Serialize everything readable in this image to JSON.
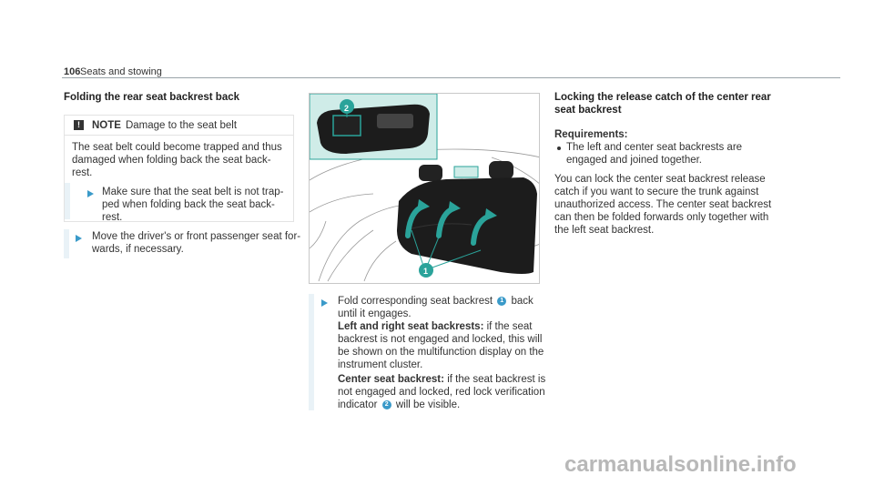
{
  "header": {
    "page_number": "106",
    "section": "Seats and stowing"
  },
  "left": {
    "heading": "Folding the rear seat backrest back",
    "note": {
      "icon": "exclamation-icon",
      "title": "NOTE",
      "subtitle": "Damage to the seat belt",
      "body": [
        "The seat belt could become trapped and thus",
        "damaged when folding back the seat back-",
        "rest."
      ],
      "step": [
        "Make sure that the seat belt is not trap-",
        "ped when folding back the seat back-",
        "rest."
      ]
    },
    "step": [
      "Move the driver's or front passenger seat for-",
      "wards, if necessary."
    ]
  },
  "figure": {
    "callout_1": "1",
    "callout_2": "2"
  },
  "middle": {
    "step_line1_a": "Fold corresponding seat backrest",
    "step_line1_num": "1",
    "step_line1_b": "back",
    "step_line2": "until it engages.",
    "lr_label": "Left and right seat backrests:",
    "lr_line1": "if the seat",
    "lr_lines": [
      "backrest is not engaged and locked, this will",
      "be shown on the multifunction display on the",
      "instrument cluster."
    ],
    "center_label": "Center seat backrest:",
    "center_line1": "if the seat backrest is",
    "center_line2": "not engaged and locked, red lock verification",
    "center_line3_a": "indicator",
    "center_line3_num": "2",
    "center_line3_b": "will be visible."
  },
  "right": {
    "heading": [
      "Locking the release catch of the center rear",
      "seat backrest"
    ],
    "requirements_label": "Requirements:",
    "requirements": [
      "The left and center seat backrests are",
      "engaged and joined together."
    ],
    "paragraph": [
      "You can lock the center seat backrest release",
      "catch if you want to secure the trunk against",
      "unauthorized access. The center seat backrest",
      "can then be folded forwards only together with",
      "the left seat backrest."
    ]
  },
  "footer": {
    "watermark": "carmanualsonline.info"
  },
  "colors": {
    "accent": "#3a9ac9",
    "teal": "#2aa39a",
    "inset_bg": "#cfece8"
  }
}
